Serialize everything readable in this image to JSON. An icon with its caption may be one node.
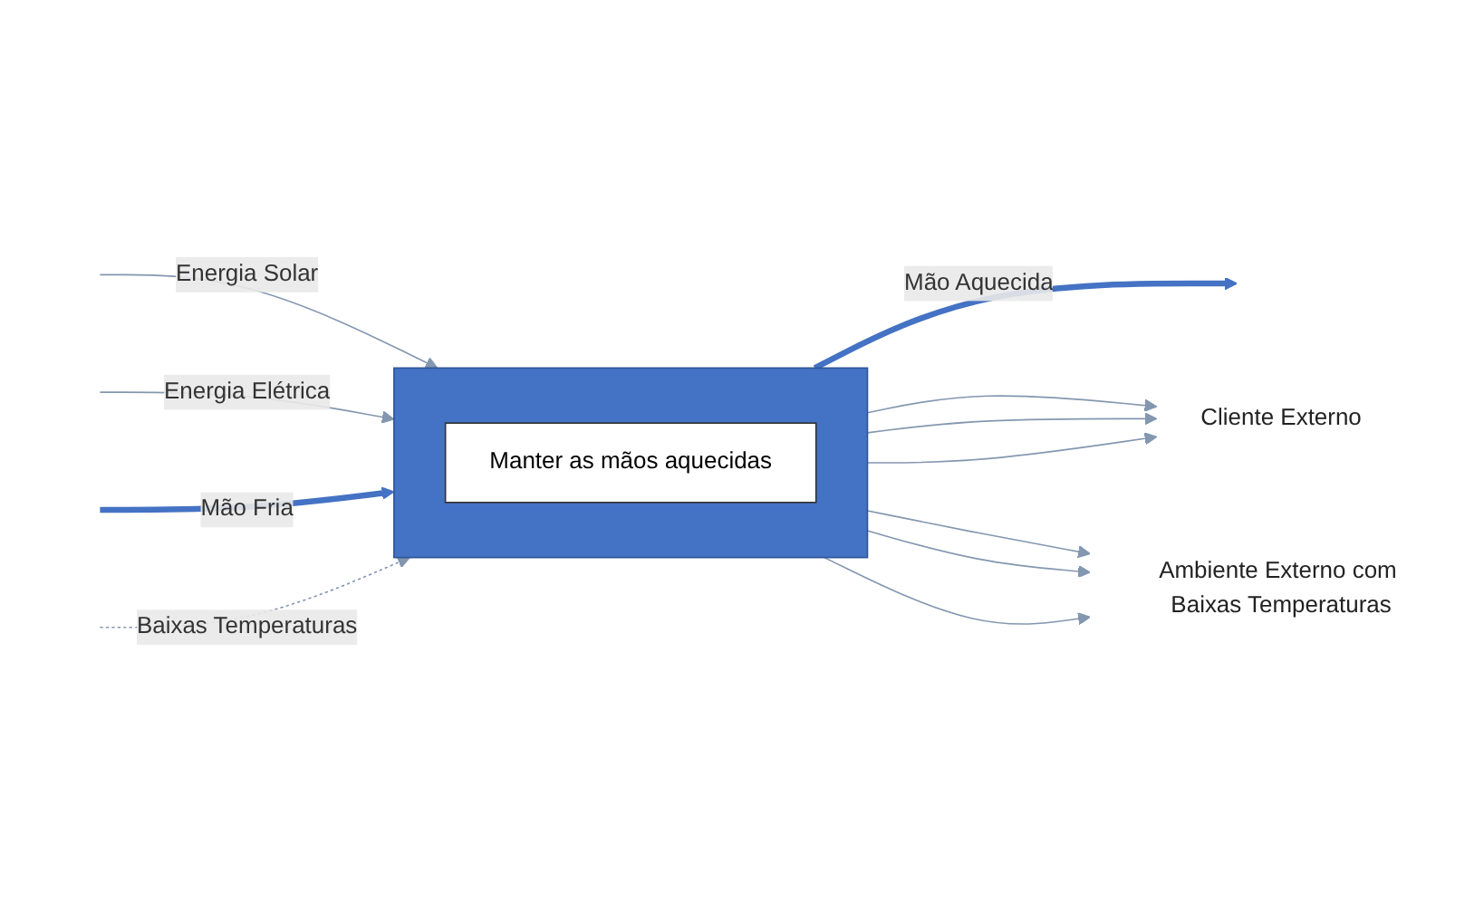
{
  "diagram": {
    "nodes": [
      {
        "text": [],
        "shape": "box"
      },
      {
        "text": [
          "Manter as mãos aquecidas"
        ],
        "in": 0
      },
      {
        "text": [
          "Cliente Externo"
        ]
      },
      {
        "text": [
          "Ambiente Externo com Baixas Temperaturas"
        ]
      }
    ],
    "edges": [
      {
        "from": null,
        "to": 0,
        "arrow": "to",
        "label": "Energia Solar"
      },
      {
        "from": null,
        "to": 0,
        "arrow": "to",
        "label": "Energia Elétrica"
      },
      {
        "from": null,
        "to": 0,
        "arrow": "to",
        "label": "Mão Fria",
        "style": "thick",
        "color": "#4472c4"
      },
      {
        "from": null,
        "to": 0,
        "arrow": "to",
        "label": "Baixas Temperaturas",
        "style": "dashed"
      },
      {
        "from": 0,
        "to": null,
        "arrow": "to",
        "label": "Mão Aquecida",
        "style": "thick",
        "color": "#4472c4"
      },
      {
        "from": 0,
        "to": 2,
        "arrow": "to"
      },
      {
        "from": 0,
        "to": 2,
        "arrow": "to"
      },
      {
        "from": 0,
        "to": 2,
        "arrow": "to"
      },
      {
        "from": 0,
        "to": 3,
        "arrow": "to"
      },
      {
        "from": 0,
        "to": 3,
        "arrow": "to"
      },
      {
        "from": 0,
        "to": 3,
        "arrow": "to"
      }
    ]
  }
}
